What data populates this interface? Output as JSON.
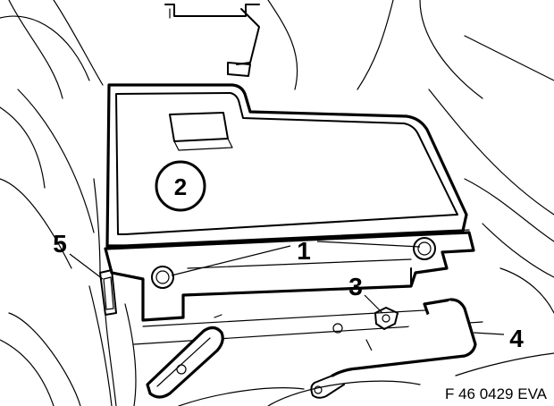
{
  "figure": {
    "code": "F 46 0429 EVA",
    "callouts": {
      "c1": "1",
      "c2": "2",
      "c3": "3",
      "c4": "4",
      "c5": "5"
    }
  },
  "colors": {
    "line": "#000000",
    "background": "#ffffff"
  }
}
